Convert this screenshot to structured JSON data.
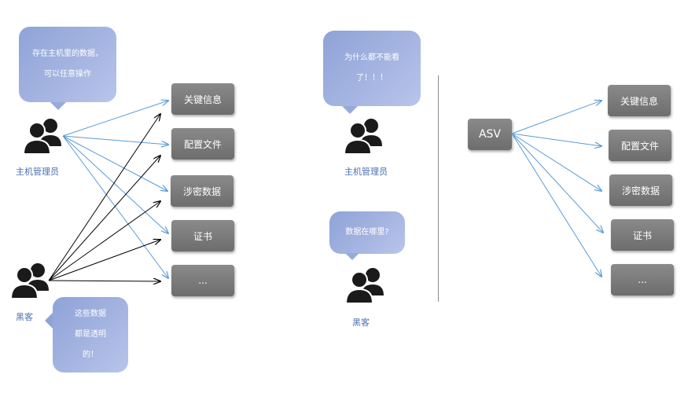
{
  "left_panel": {
    "admin_bubble_lines": [
      "存在主机里的数据，",
      "可以任意操作"
    ],
    "admin_label": "主机管理员",
    "hacker_label": "黑客",
    "hacker_bubble_lines": [
      "这些数据",
      "都是透明",
      "的！"
    ],
    "data_boxes": [
      "关键信息",
      "配置文件",
      "涉密数据",
      "证书",
      "..."
    ]
  },
  "middle_panel": {
    "admin_bubble_lines": [
      "为什么都不能看",
      "了！！！"
    ],
    "admin_label": "主机管理员",
    "hacker_bubble_lines": [
      "数据在哪里?"
    ],
    "hacker_label": "黑客"
  },
  "right_panel": {
    "asv_label": "ASV",
    "data_boxes": [
      "关键信息",
      "配置文件",
      "涉密数据",
      "证书",
      "..."
    ]
  },
  "colors": {
    "bubble": "#9aade0",
    "box": "#7a7a7a",
    "admin_arrows": "#5b9bd5",
    "hacker_arrows": "#000000",
    "label_text": "#4a6fb0"
  }
}
